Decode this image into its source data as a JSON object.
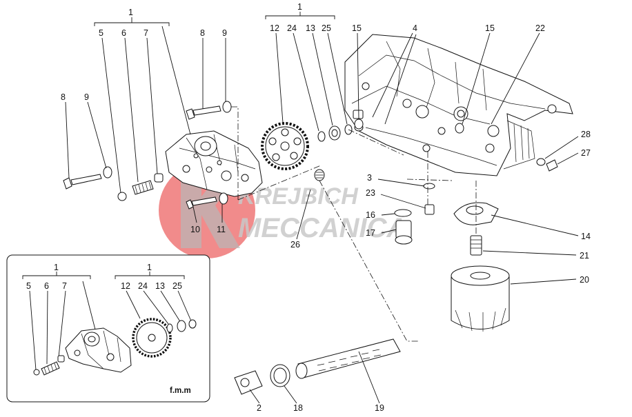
{
  "callouts": {
    "c1a": "1",
    "c5a": "5",
    "c6a": "6",
    "c7a": "7",
    "c8a": "8",
    "c9a": "9",
    "c8b": "8",
    "c9b": "9",
    "c1b": "1",
    "c12a": "12",
    "c24a": "24",
    "c13a": "13",
    "c25a": "25",
    "c15a": "15",
    "c4": "4",
    "c15b": "15",
    "c22": "22",
    "c28": "28",
    "c27": "27",
    "c3": "3",
    "c23": "23",
    "c16": "16",
    "c17": "17",
    "c14": "14",
    "c21": "21",
    "c20": "20",
    "c10": "10",
    "c11": "11",
    "c26": "26",
    "c2": "2",
    "c18": "18",
    "c19": "19",
    "inset_c1a": "1",
    "inset_c1b": "1",
    "inset_c5": "5",
    "inset_c6": "6",
    "inset_c7": "7",
    "inset_c12": "12",
    "inset_c24": "24",
    "inset_c13": "13",
    "inset_c25": "25"
  },
  "inset_note": "f.m.m",
  "watermark": {
    "line1": "KREJBICH",
    "line2": "MECCANICA",
    "brand_color": "#e52b2b"
  }
}
